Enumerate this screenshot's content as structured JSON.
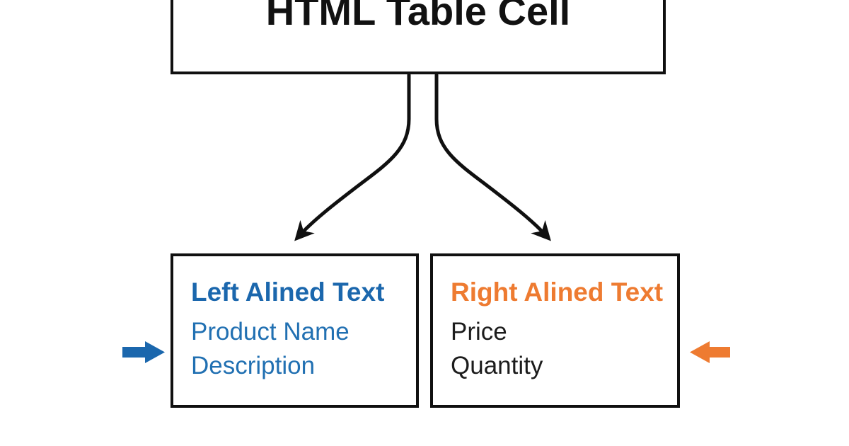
{
  "diagram": {
    "root_box": {
      "title": "HTML Table Cell"
    },
    "left_box": {
      "heading": "Left Alined Text",
      "items": [
        "Product Name",
        "Description"
      ]
    },
    "right_box": {
      "heading": "Right Alined Text",
      "items": [
        "Price",
        "Quantity"
      ]
    },
    "icons": {
      "left_pointer": "blue-right-arrow-icon",
      "right_pointer": "orange-left-arrow-icon",
      "connectors": [
        "curved-arrow-to-left-box",
        "curved-arrow-to-right-box"
      ]
    },
    "colors": {
      "blue_accent": "#1b67ad",
      "orange_accent": "#ee7b31",
      "line_black": "#101010",
      "background": "#ffffff"
    }
  }
}
